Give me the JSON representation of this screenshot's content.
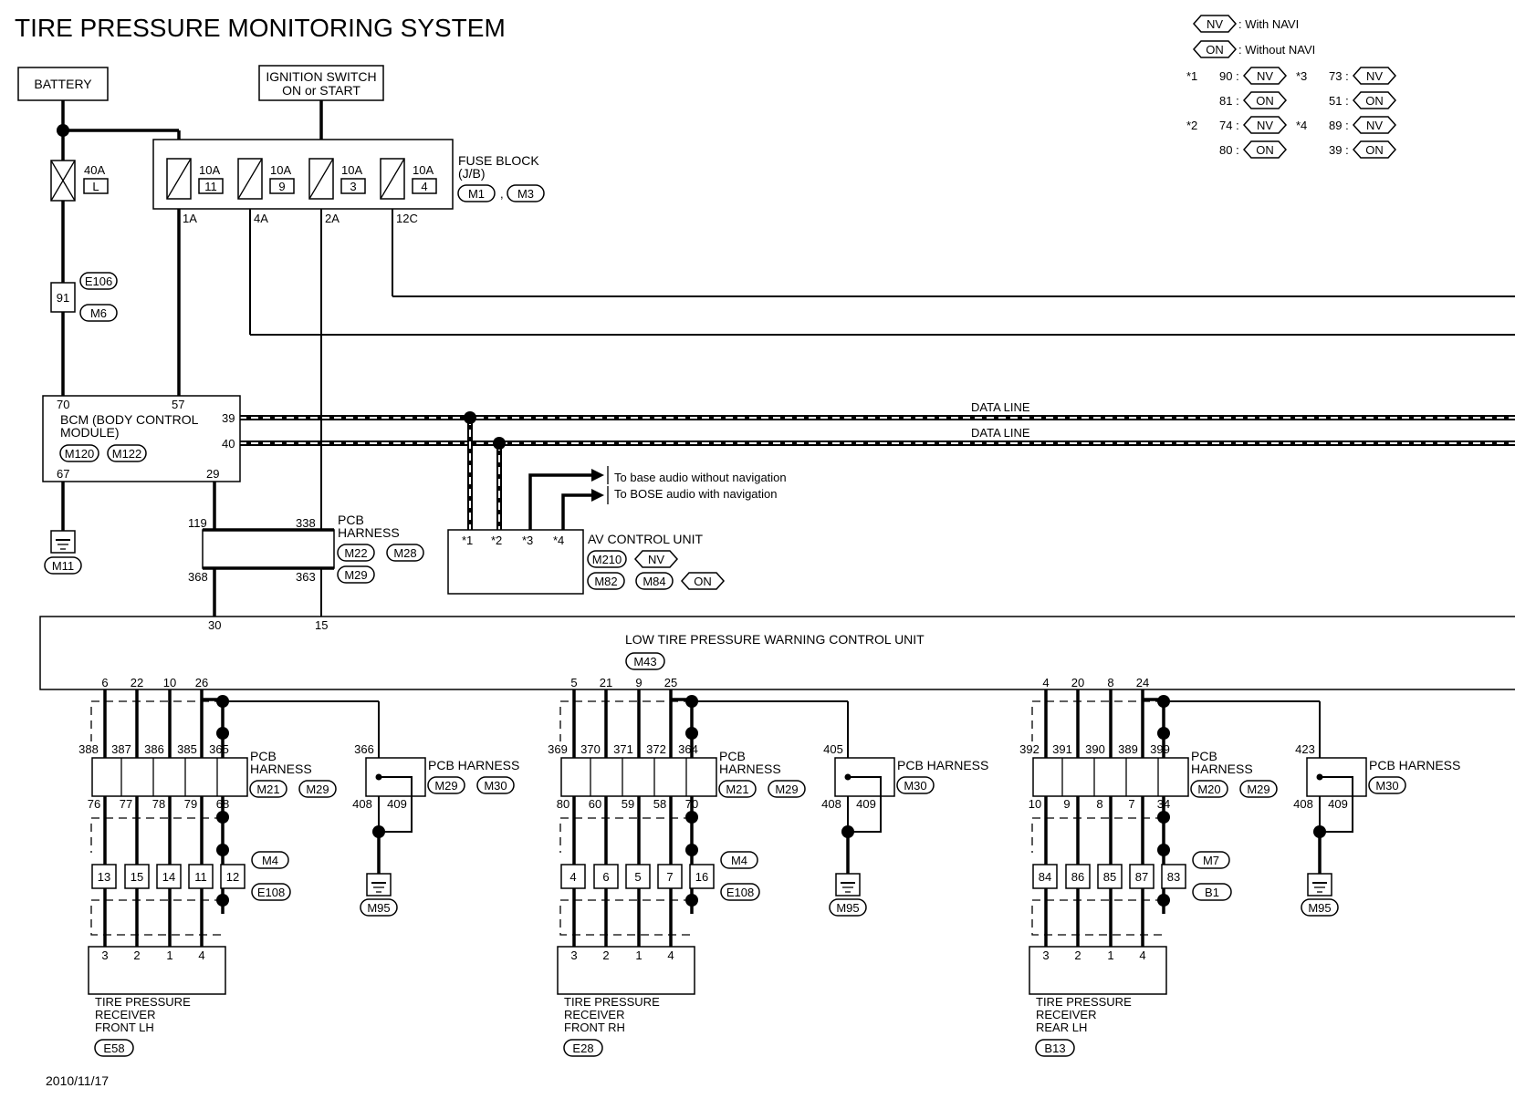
{
  "title": "TIRE PRESSURE MONITORING SYSTEM",
  "date": "2010/11/17",
  "legend": {
    "nv_code": "NV",
    "nv_text": ": With NAVI",
    "on_code": "ON",
    "on_text": ": Without NAVI",
    "star1": "*1",
    "star2": "*2",
    "star3": "*3",
    "star4": "*4",
    "s1_nv": "90 :",
    "s1_on": "81 :",
    "s2_nv": "74 :",
    "s2_on": "80 :",
    "s3_nv": "73 :",
    "s3_on": "51 :",
    "s4_nv": "89 :",
    "s4_on": "39 :"
  },
  "battery": "BATTERY",
  "ignition": {
    "line1": "IGNITION SWITCH",
    "line2": "ON or START"
  },
  "fusible_link": {
    "amp": "40A",
    "id": "L"
  },
  "fuse_block": {
    "label1": "FUSE BLOCK",
    "label2": "(J/B)",
    "conn1": "M1",
    "sep": ",",
    "conn2": "M3",
    "fuses": [
      {
        "amp": "10A",
        "num": "11",
        "out": "1A"
      },
      {
        "amp": "10A",
        "num": "9",
        "out": "4A"
      },
      {
        "amp": "10A",
        "num": "3",
        "out": "2A"
      },
      {
        "amp": "10A",
        "num": "4",
        "out": "12C"
      }
    ]
  },
  "joint_91": {
    "num": "91",
    "conn1": "E106",
    "conn2": "M6"
  },
  "bcm": {
    "line1": "BCM (BODY CONTROL",
    "line2": "MODULE)",
    "conn1": "M120",
    "conn2": "M122",
    "pin70": "70",
    "pin57": "57",
    "pin39": "39",
    "pin40": "40",
    "pin67": "67",
    "pin29": "29",
    "ground": "M11"
  },
  "data_line_1": "DATA LINE",
  "data_line_2": "DATA LINE",
  "audio_note_1": "To base audio without navigation",
  "audio_note_2": "To BOSE audio with navigation",
  "pcb_top": {
    "line1": "PCB",
    "line2": "HARNESS",
    "conn1": "M22",
    "conn2": "M28",
    "conn3": "M29",
    "pin119": "119",
    "pin338": "338",
    "pin368": "368",
    "pin363": "363"
  },
  "av_unit": {
    "label": "AV CONTROL UNIT",
    "pins": [
      "*1",
      "*2",
      "*3",
      "*4"
    ],
    "conn_nv": "M210",
    "code_nv": "NV",
    "conn_on1": "M82",
    "conn_on2": "M84",
    "code_on": "ON"
  },
  "lt_unit": {
    "label": "LOW TIRE PRESSURE WARNING CONTROL UNIT",
    "conn": "M43",
    "pin30": "30",
    "pin15": "15"
  },
  "groups": [
    {
      "unit_pins": [
        "6",
        "22",
        "10",
        "26"
      ],
      "pcb_top_pins": [
        "388",
        "387",
        "386",
        "385",
        "365"
      ],
      "pcb_bot_pins": [
        "76",
        "77",
        "78",
        "79",
        "68"
      ],
      "pcb_label1": "PCB",
      "pcb_label2": "HARNESS",
      "pcb_conn1": "M21",
      "pcb_conn2": "M29",
      "joint_pins": [
        "13",
        "15",
        "14",
        "11",
        "12"
      ],
      "joint_conn1": "M4",
      "joint_conn2": "E108",
      "sensor_pins": [
        "3",
        "2",
        "1",
        "4"
      ],
      "sensor_line1": "TIRE PRESSURE",
      "sensor_line2": "RECEIVER",
      "sensor_line3": "FRONT LH",
      "sensor_conn": "E58",
      "g_top": "366",
      "g_pin1": "408",
      "g_pin2": "409",
      "g_label": "PCB HARNESS",
      "g_conn1": "M29",
      "g_conn2": "M30",
      "ground": "M95"
    },
    {
      "unit_pins": [
        "5",
        "21",
        "9",
        "25"
      ],
      "pcb_top_pins": [
        "369",
        "370",
        "371",
        "372",
        "364"
      ],
      "pcb_bot_pins": [
        "80",
        "60",
        "59",
        "58",
        "70"
      ],
      "pcb_label1": "PCB",
      "pcb_label2": "HARNESS",
      "pcb_conn1": "M21",
      "pcb_conn2": "M29",
      "joint_pins": [
        "4",
        "6",
        "5",
        "7",
        "16"
      ],
      "joint_conn1": "M4",
      "joint_conn2": "E108",
      "sensor_pins": [
        "3",
        "2",
        "1",
        "4"
      ],
      "sensor_line1": "TIRE PRESSURE",
      "sensor_line2": "RECEIVER",
      "sensor_line3": "FRONT RH",
      "sensor_conn": "E28",
      "g_top": "405",
      "g_pin1": "408",
      "g_pin2": "409",
      "g_label": "PCB HARNESS",
      "g_conn1": "M30",
      "g_conn2": "",
      "ground": "M95"
    },
    {
      "unit_pins": [
        "4",
        "20",
        "8",
        "24"
      ],
      "pcb_top_pins": [
        "392",
        "391",
        "390",
        "389",
        "399"
      ],
      "pcb_bot_pins": [
        "10",
        "9",
        "8",
        "7",
        "34"
      ],
      "pcb_label1": "PCB",
      "pcb_label2": "HARNESS",
      "pcb_conn1": "M20",
      "pcb_conn2": "M29",
      "joint_pins": [
        "84",
        "86",
        "85",
        "87",
        "83"
      ],
      "joint_conn1": "M7",
      "joint_conn2": "B1",
      "sensor_pins": [
        "3",
        "2",
        "1",
        "4"
      ],
      "sensor_line1": "TIRE PRESSURE",
      "sensor_line2": "RECEIVER",
      "sensor_line3": "REAR LH",
      "sensor_conn": "B13",
      "g_top": "423",
      "g_pin1": "408",
      "g_pin2": "409",
      "g_label": "PCB HARNESS",
      "g_conn1": "M30",
      "g_conn2": "",
      "ground": "M95"
    }
  ]
}
